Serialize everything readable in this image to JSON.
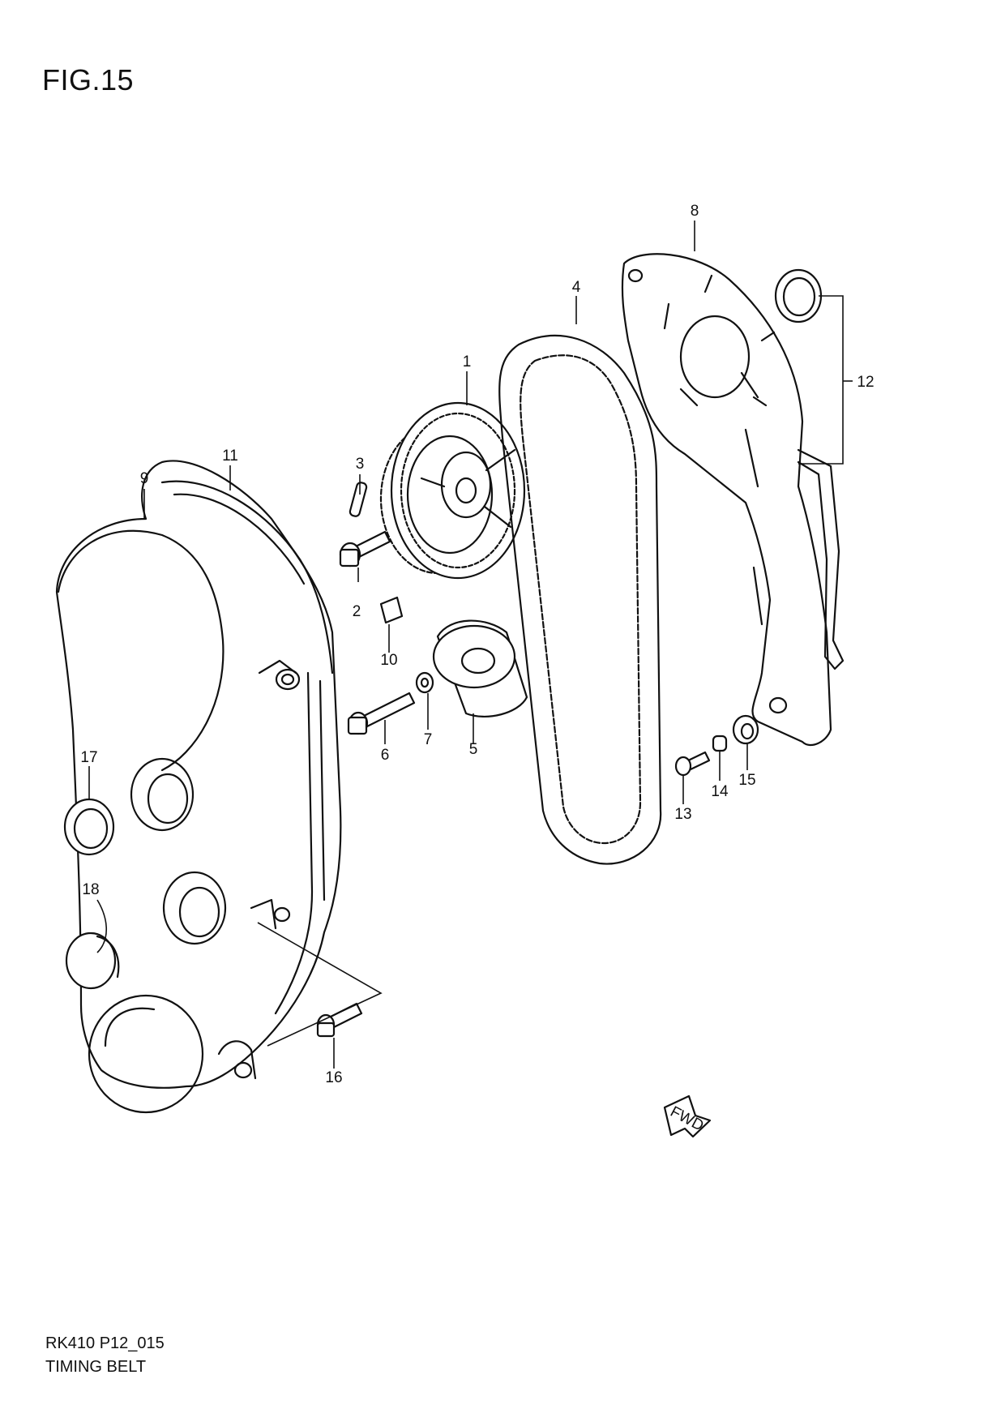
{
  "figure": {
    "title": "FIG.15"
  },
  "footer": {
    "code": "RK410 P12_015",
    "name": "TIMING BELT"
  },
  "fwd_arrow": {
    "label": "FWD"
  },
  "callouts": {
    "c1": "1",
    "c2": "2",
    "c3": "3",
    "c4": "4",
    "c5": "5",
    "c6": "6",
    "c7": "7",
    "c8": "8",
    "c9": "9",
    "c10": "10",
    "c11": "11",
    "c12": "12",
    "c13": "13",
    "c14": "14",
    "c15": "15",
    "c16": "16",
    "c17": "17",
    "c18": "18"
  }
}
